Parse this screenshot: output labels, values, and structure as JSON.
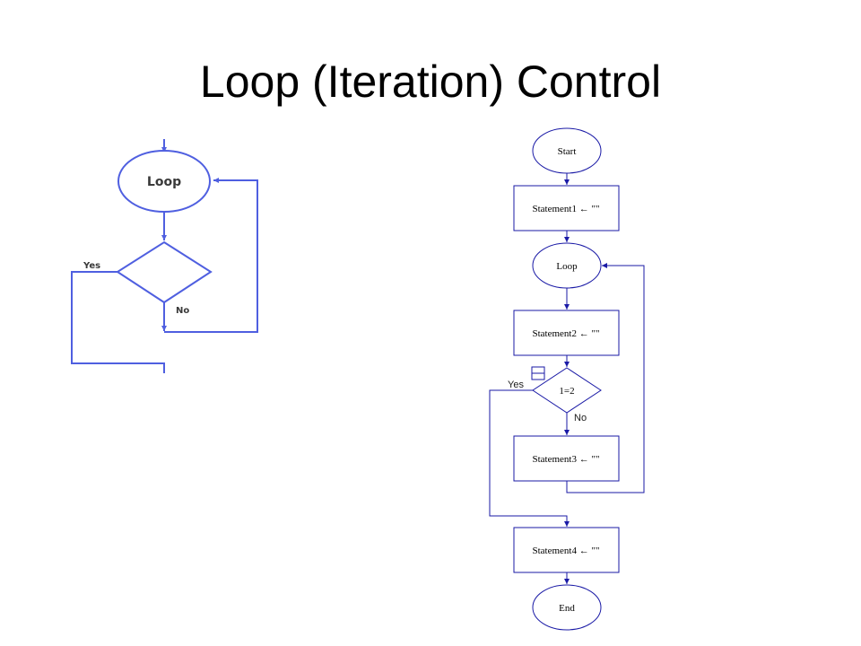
{
  "title": "Loop (Iteration) Control",
  "colors": {
    "left_stroke": "#4f5fe0",
    "right_stroke": "#1a1aa6"
  },
  "left_diagram": {
    "loop_label": "Loop",
    "yes_label": "Yes",
    "no_label": "No"
  },
  "right_diagram": {
    "start_label": "Start",
    "statement1": "Statement1 ← \"\"",
    "loop_label": "Loop",
    "statement2": "Statement2 ← \"\"",
    "condition": "1=2",
    "yes_label": "Yes",
    "no_label": "No",
    "statement3": "Statement3 ← \"\"",
    "statement4": "Statement4 ← \"\"",
    "end_label": "End",
    "collapse_icon": "minus-box-icon"
  }
}
